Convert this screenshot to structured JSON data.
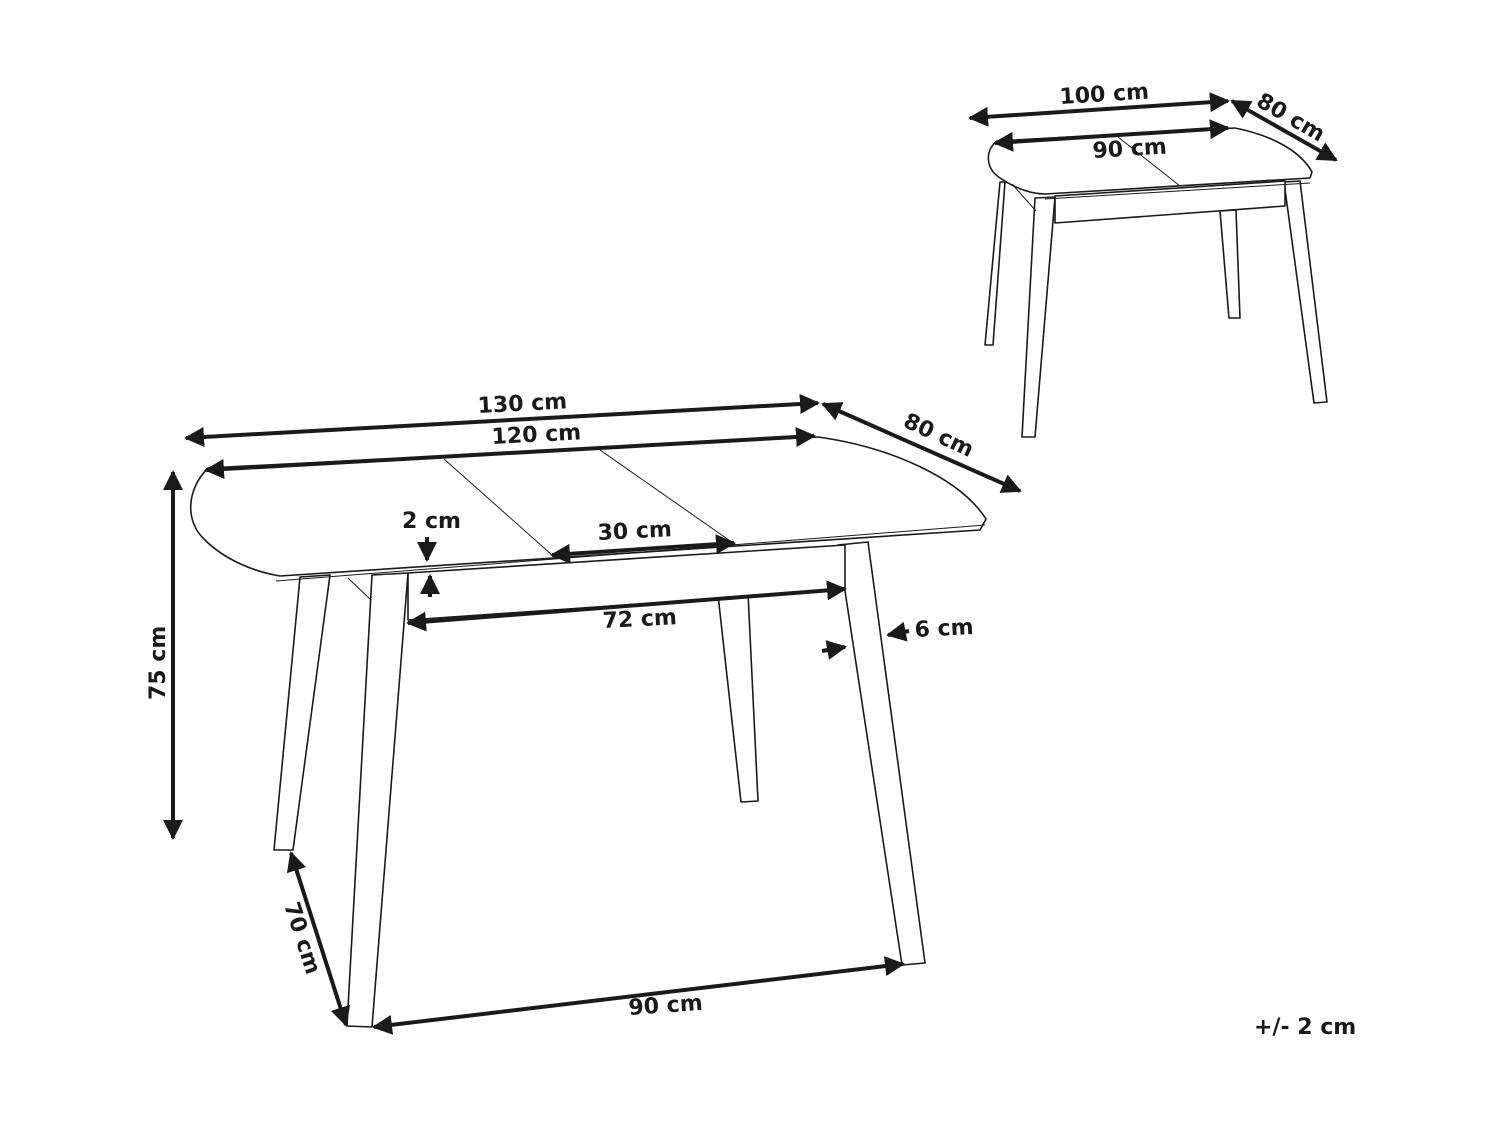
{
  "diagram": {
    "subject": "Extendable dining table dimension drawing",
    "colors": {
      "line": "#1a1a1a",
      "background": "#ffffff"
    },
    "extended_table": {
      "total_length": "130 cm",
      "top_length": "120 cm",
      "depth": "80 cm",
      "height": "75 cm",
      "top_thickness": "2 cm",
      "extension_leaf": "30 cm",
      "apron_inner_length": "72 cm",
      "leg_thickness": "6 cm",
      "leg_span_depth": "70 cm",
      "leg_span_length": "90 cm"
    },
    "compact_table": {
      "total_length": "100 cm",
      "top_length": "90 cm",
      "depth": "80 cm"
    },
    "tolerance": "+/- 2 cm"
  }
}
